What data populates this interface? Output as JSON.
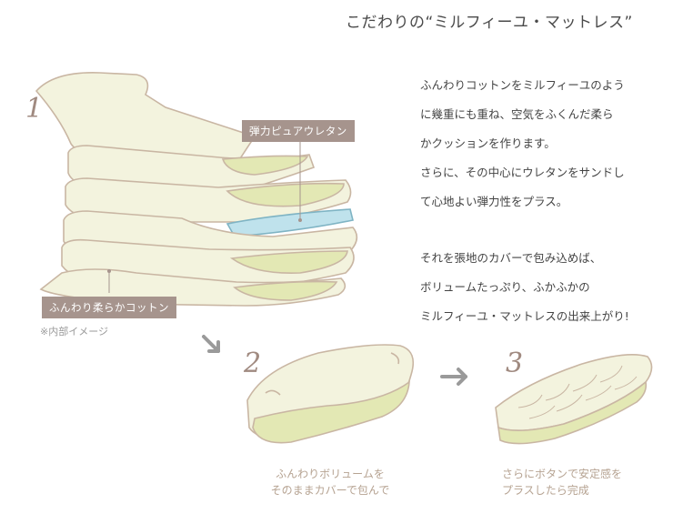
{
  "title": "こだわりの“ミルフィーユ・マットレス”",
  "description": {
    "lines": [
      "ふんわりコットンをミルフィーユのよう",
      "に幾重にも重ね、空気をふくんだ柔ら",
      "かクッションを作ります。",
      "さらに、その中心にウレタンをサンドし",
      "て心地よい弾力性をプラス。",
      "",
      "それを張地のカバーで包み込めば、",
      "ボリュームたっぷり、ふかふかの",
      "ミルフィーユ・マットレスの出来上がり!"
    ]
  },
  "step1": {
    "number": "1",
    "urethane_label": "弾力ピュアウレタン",
    "cotton_label": "ふんわり柔らかコットン",
    "note": "※内部イメージ"
  },
  "step2": {
    "number": "2",
    "caption_line1": "ふんわりボリュームを",
    "caption_line2": "そのままカバーで包んで"
  },
  "step3": {
    "number": "3",
    "caption_line1": "さらにボタンで安定感を",
    "caption_line2": "プラスしたら完成"
  },
  "colors": {
    "fabric": "#f3f3de",
    "fabric_inner": "#e3e8b4",
    "outline": "#c9b6a3",
    "urethane": "#bfe2ec",
    "tag": "#a6948d",
    "arrow": "#9a9a9a"
  },
  "icons": {
    "arrow_down_right": "arrow-down-right-icon",
    "arrow_right": "arrow-right-icon"
  }
}
